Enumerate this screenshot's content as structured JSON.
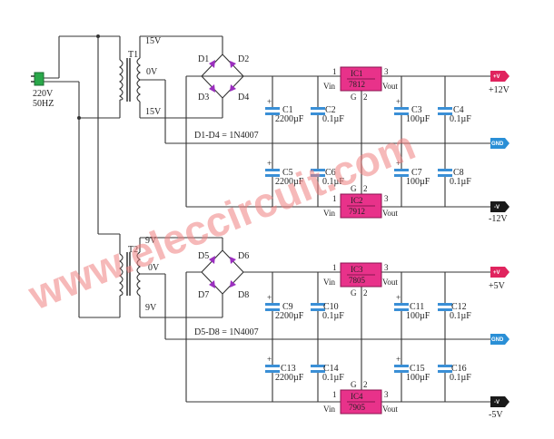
{
  "input": {
    "voltage": "220V",
    "freq": "50HZ"
  },
  "transformers": [
    {
      "name": "T1",
      "top": "15V",
      "mid": "0V",
      "bottom": "15V"
    },
    {
      "name": "T2",
      "top": "9V",
      "mid": "0V",
      "bottom": "9V"
    }
  ],
  "bridges": [
    {
      "diodes": [
        "D1",
        "D2",
        "D3",
        "D4"
      ],
      "note": "D1-D4 = 1N4007"
    },
    {
      "diodes": [
        "D5",
        "D6",
        "D7",
        "D8"
      ],
      "note": "D5-D8 = 1N4007"
    }
  ],
  "regulators": [
    {
      "name": "IC1",
      "part": "7812",
      "pin_left": "1",
      "pin_right": "3",
      "pin_bottom": "2",
      "vin": "Vin",
      "vout": "Vout",
      "g": "G"
    },
    {
      "name": "IC2",
      "part": "7912",
      "pin_left": "1",
      "pin_right": "3",
      "pin_top": "2",
      "vin": "Vin",
      "vout": "Vout",
      "g": "G"
    },
    {
      "name": "IC3",
      "part": "7805",
      "pin_left": "1",
      "pin_right": "3",
      "pin_bottom": "2",
      "vin": "Vin",
      "vout": "Vout",
      "g": "G"
    },
    {
      "name": "IC4",
      "part": "7905",
      "pin_left": "1",
      "pin_right": "3",
      "pin_top": "2",
      "vin": "Vin",
      "vout": "Vout",
      "g": "G"
    }
  ],
  "capacitors": [
    {
      "name": "C1",
      "value": "2200µF"
    },
    {
      "name": "C2",
      "value": "0.1µF"
    },
    {
      "name": "C3",
      "value": "100µF"
    },
    {
      "name": "C4",
      "value": "0.1µF"
    },
    {
      "name": "C5",
      "value": "2200µF"
    },
    {
      "name": "C6",
      "value": "0.1µF"
    },
    {
      "name": "C7",
      "value": "100µF"
    },
    {
      "name": "C8",
      "value": "0.1µF"
    },
    {
      "name": "C9",
      "value": "2200µF"
    },
    {
      "name": "C10",
      "value": "0.1µF"
    },
    {
      "name": "C11",
      "value": "100µF"
    },
    {
      "name": "C12",
      "value": "0.1µF"
    },
    {
      "name": "C13",
      "value": "2200µF"
    },
    {
      "name": "C14",
      "value": "0.1µF"
    },
    {
      "name": "C15",
      "value": "100µF"
    },
    {
      "name": "C16",
      "value": "0.1µF"
    }
  ],
  "outputs": [
    {
      "tag": "+V",
      "label": "+12V",
      "color": "#e0245e"
    },
    {
      "tag": "GND",
      "label": "",
      "color": "#2a8fd6"
    },
    {
      "tag": "-V",
      "label": "-12V",
      "color": "#1a1a1a"
    },
    {
      "tag": "+V",
      "label": "+5V",
      "color": "#e0245e"
    },
    {
      "tag": "GND",
      "label": "",
      "color": "#2a8fd6"
    },
    {
      "tag": "-V",
      "label": "-5V",
      "color": "#1a1a1a"
    }
  ],
  "plus_sign": "+",
  "watermark": "www.eleccircuit.com",
  "colors": {
    "ic_fill": "#e8328a",
    "diode_fill": "#9b2fbf",
    "cap_plate": "#3a8fd6",
    "plug": "#2aa84a"
  }
}
